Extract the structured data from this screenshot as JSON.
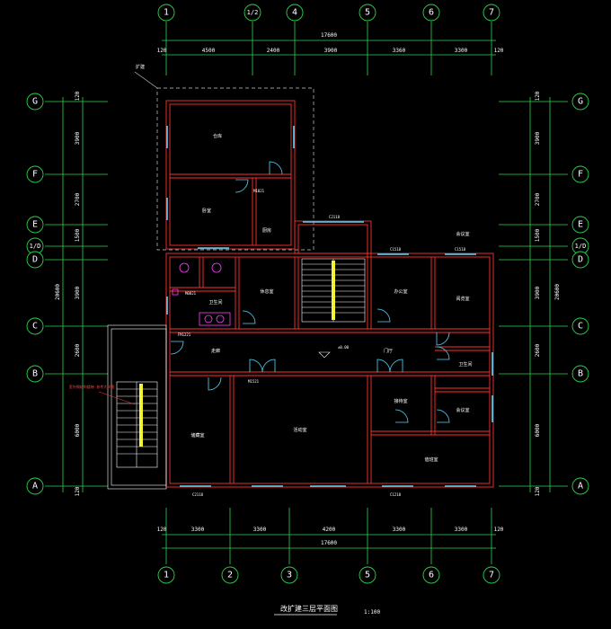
{
  "grid": {
    "top": [
      "1",
      "1/2",
      "4",
      "5",
      "6",
      "7"
    ],
    "bottom": [
      "1",
      "2",
      "3",
      "5",
      "6",
      "7"
    ],
    "rows": [
      "G",
      "F",
      "E",
      "1/D",
      "D",
      "C",
      "B",
      "A"
    ]
  },
  "dims": {
    "top_total": "17600",
    "top_segments": [
      "4500",
      "2400",
      "3900",
      "3360",
      "3300"
    ],
    "bottom_total": "17600",
    "bottom_segments": [
      "3300",
      "3300",
      "4200",
      "3300",
      "3300"
    ],
    "edge": "120",
    "left_total": "20600",
    "left_segments": [
      "3900",
      "2700",
      "1500",
      "3900",
      "2600",
      "6000"
    ],
    "right_total": "20600",
    "right_segments": [
      "3900",
      "2700",
      "1500",
      "3900",
      "2600",
      "6000"
    ]
  },
  "drawing": {
    "title": "改扩建三层平面图",
    "scale": "1:100",
    "north_label": "扩建",
    "level_mark": "±0.00"
  },
  "rooms": [
    {
      "name": "仓库"
    },
    {
      "name": "卧室"
    },
    {
      "name": "厨房"
    },
    {
      "name": "卫生间"
    },
    {
      "name": "休息室"
    },
    {
      "name": "办公室"
    },
    {
      "name": "阅览室"
    },
    {
      "name": "活动室"
    },
    {
      "name": "走廊"
    },
    {
      "name": "门厅"
    },
    {
      "name": "卫生间"
    },
    {
      "name": "接待室"
    },
    {
      "name": "会议室"
    },
    {
      "name": "储藏室"
    },
    {
      "name": "值班室"
    },
    {
      "name": "会议室"
    }
  ],
  "codes": [
    "C2118",
    "C1518",
    "M1021",
    "M1521",
    "M0821",
    "FM1221",
    "C1518",
    "C1218",
    "C2118"
  ],
  "stair_note": "室外钢结构楼梯 参考大样图"
}
